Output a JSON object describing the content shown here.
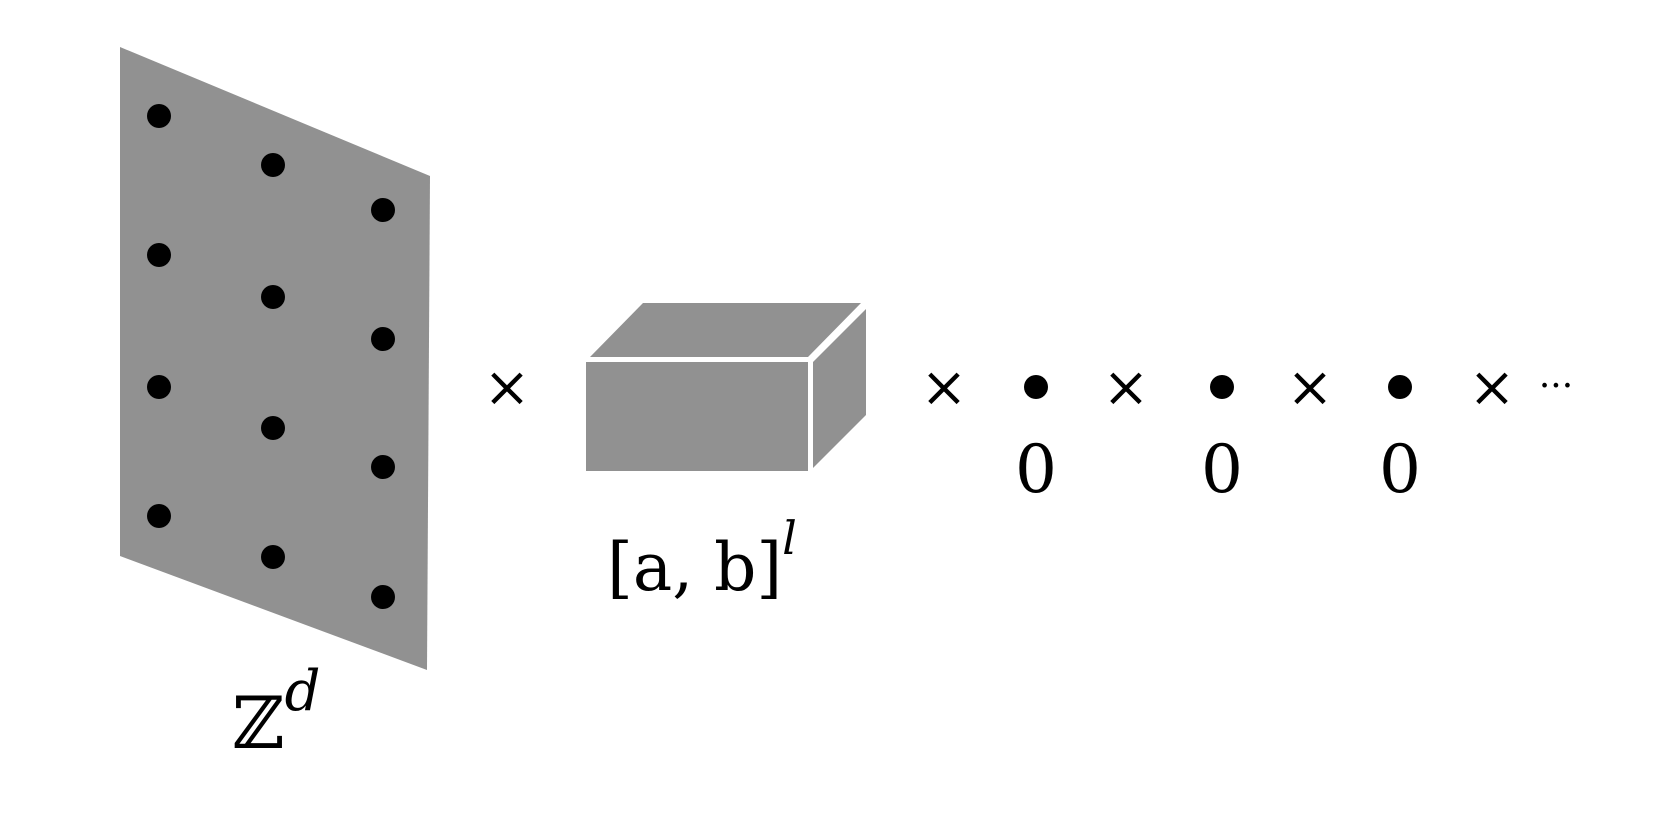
{
  "diagram": {
    "description": "Product of lattice Z^d with a box [a,b]^l and infinitely many copies of the point {0}",
    "colors": {
      "shape_fill": "#919191",
      "dot": "#000000",
      "edge": "#ffffff",
      "text": "#000000"
    },
    "lattice_plane": {
      "label_main": "ℤ",
      "label_sup": "d",
      "dot_rows": 4,
      "dot_cols": 3
    },
    "times_symbol": "×",
    "box": {
      "label_main": "[a, b]",
      "label_sup": "l"
    },
    "points": [
      {
        "symbol": "•",
        "label": "0"
      },
      {
        "symbol": "•",
        "label": "0"
      },
      {
        "symbol": "•",
        "label": "0"
      }
    ],
    "ellipsis": "···"
  }
}
